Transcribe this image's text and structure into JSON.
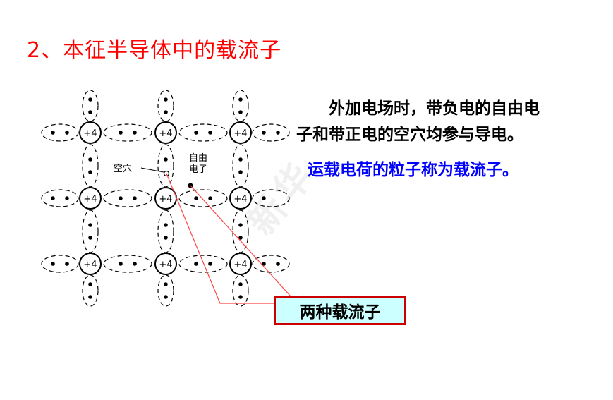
{
  "title": "2、本征半导体中的载流子",
  "paragraph": {
    "line1": "外加电场时，带负电的自由电",
    "line2": "子和带正电的空穴均参与导电。"
  },
  "definition": "运载电荷的粒子称为载流子。",
  "diagram": {
    "atom_label": "+4",
    "hole_label": "空穴",
    "electron_label_line1": "自由",
    "electron_label_line2": "电子",
    "carrier_label": "两种载流子"
  },
  "watermark": "新华",
  "colors": {
    "title": "#ff0000",
    "definition": "#0000ff",
    "box_fill": "#ccffff",
    "box_border": "#cc0000",
    "leader_lines": "#ff4444"
  }
}
